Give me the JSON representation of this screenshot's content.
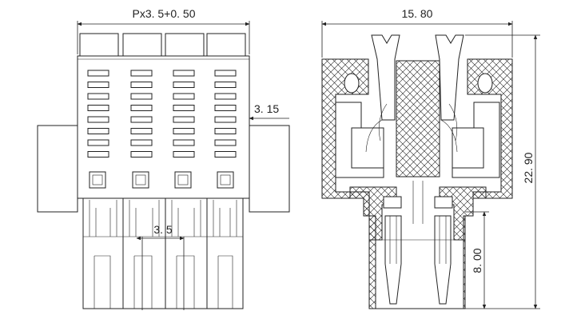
{
  "dimensions": {
    "pitch": "Px3. 5+0. 50",
    "side_offset": "3. 15",
    "inner_pitch": "3. 5",
    "width": "15. 80",
    "height": "22. 90",
    "pin_length": "8. 00"
  },
  "colors": {
    "line": "#222222",
    "background": "#ffffff"
  }
}
